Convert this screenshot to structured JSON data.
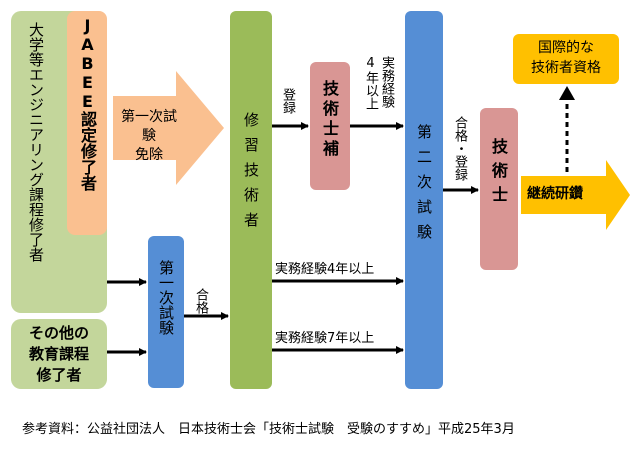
{
  "nodes": {
    "university": "大学等エンジニアリング課程修了者",
    "jabee": "JABEE認定修了者",
    "other_edu_line1": "その他の",
    "other_edu_line2": "教育課程",
    "other_edu_line3": "修了者",
    "exemption_line1": "第一次試験",
    "exemption_line2": "免除",
    "first_exam": "第一次試験",
    "shuushuu": "修習技術者",
    "gishiho": "技術士補",
    "second_exam": "第二次試験",
    "gishi": "技術士",
    "kokusai_line1": "国際的な",
    "kokusai_line2": "技術者資格",
    "keizoku": "継続研鑽"
  },
  "labels": {
    "pass_1": "合格",
    "register_1": "登録",
    "exp_4_vertical_a": "4年以上",
    "exp_4_vertical_b": "実務経験",
    "pass_register": "合格・登録",
    "exp_4": "実務経験4年以上",
    "exp_7": "実務経験7年以上"
  },
  "source": "参考資料：公益社団法人　日本技術士会「技術士試験　受験のすすめ」平成25年3月",
  "colors": {
    "light_green": "#c3d69b",
    "green": "#9bbb59",
    "peach": "#fac090",
    "blue": "#558ed5",
    "rose": "#d99694",
    "gold": "#ffc000"
  }
}
